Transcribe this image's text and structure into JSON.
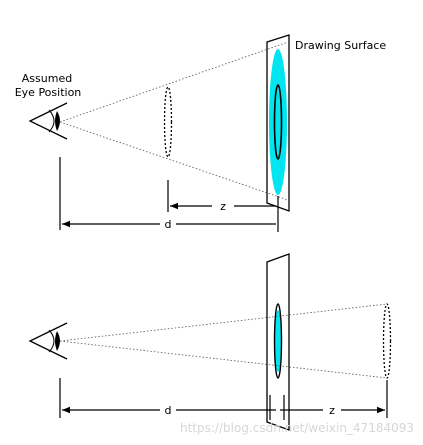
{
  "labels": {
    "drawing_surface": "Drawing Surface",
    "assumed_eye_line1": "Assumed",
    "assumed_eye_line2": "Eye Position",
    "top_z": "z",
    "top_d": "d",
    "bottom_d": "d",
    "bottom_z": "z"
  },
  "watermark": "https://blog.csdn.net/weixin_47184093",
  "colors": {
    "stroke": "#000000",
    "projection_fill": "#00e5ef",
    "background": "#ffffff"
  }
}
